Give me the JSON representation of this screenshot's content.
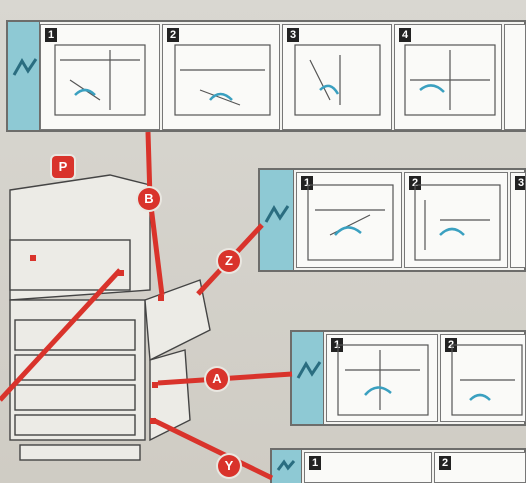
{
  "colors": {
    "accent_red": "#d9332b",
    "tab_blue": "#8ec9d4"
  },
  "labels": {
    "p": "P",
    "b": "B",
    "z": "Z",
    "a": "A",
    "y": "Y"
  },
  "steps": {
    "top": [
      "1",
      "2",
      "3",
      "4"
    ],
    "z": [
      "1",
      "2",
      "3"
    ],
    "a": [
      "1",
      "2"
    ],
    "y": [
      "1",
      "2"
    ]
  }
}
